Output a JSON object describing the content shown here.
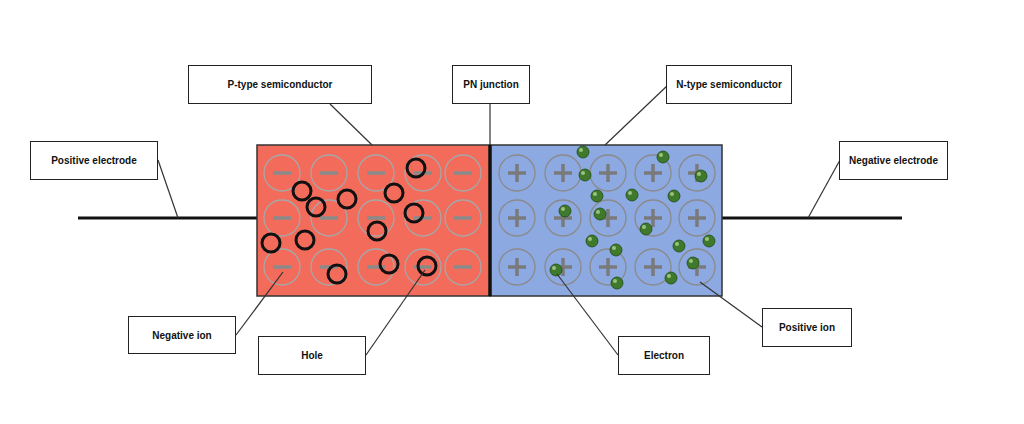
{
  "diagram": {
    "nodes": [
      {
        "text": [
          "P-type semiconductor"
        ]
      },
      {
        "text": [
          "PN junction"
        ]
      },
      {
        "text": [
          "N-type semiconductor"
        ]
      },
      {
        "text": [
          "Positive electrode"
        ]
      },
      {
        "text": [
          "Negative electrode"
        ]
      },
      {
        "text": [
          "Negative ion"
        ]
      },
      {
        "text": [
          "Hole"
        ]
      },
      {
        "text": [
          "Electron"
        ]
      },
      {
        "text": [
          "Positive ion"
        ]
      }
    ]
  }
}
